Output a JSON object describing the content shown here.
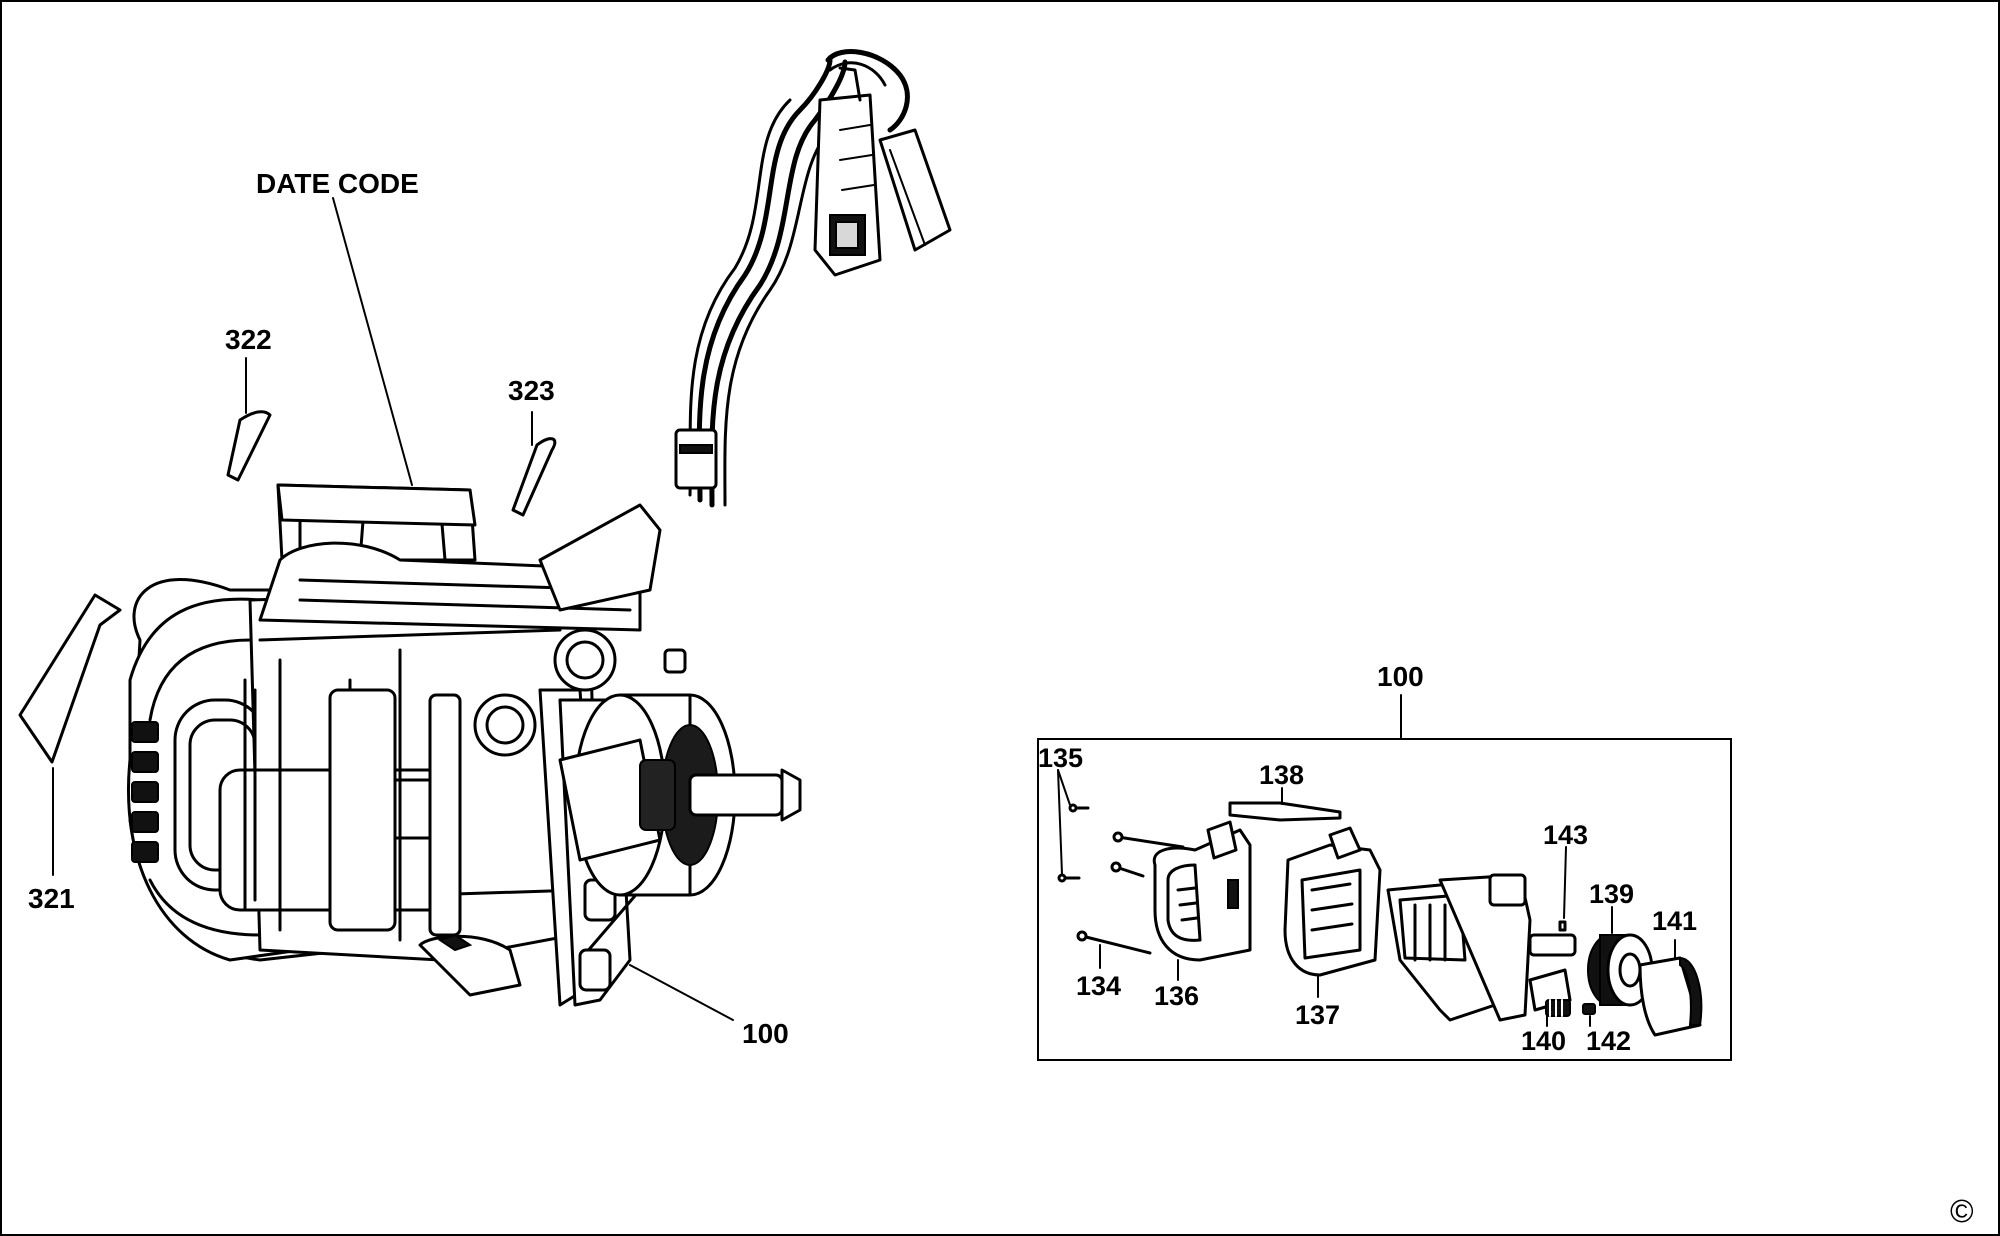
{
  "labels": {
    "date_code": "DATE CODE",
    "p321": "321",
    "p322": "322",
    "p323": "323",
    "p100_main": "100",
    "p100_box": "100",
    "p134": "134",
    "p135": "135",
    "p136": "136",
    "p137": "137",
    "p138": "138",
    "p139": "139",
    "p140": "140",
    "p141": "141",
    "p142": "142",
    "p143": "143",
    "copyright": "©"
  }
}
